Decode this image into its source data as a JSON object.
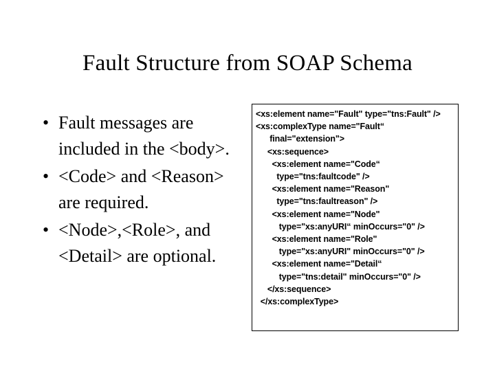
{
  "slide": {
    "title": "Fault Structure from SOAP Schema",
    "background_color": "#ffffff",
    "text_color": "#000000"
  },
  "bullets": {
    "marker": "•",
    "items": [
      {
        "text": "Fault messages are included in the <body>."
      },
      {
        "text": "<Code> and <Reason> are required."
      },
      {
        "text": "<Node>,<Role>, and <Detail> are optional."
      }
    ]
  },
  "schema_box": {
    "border_color": "#000000",
    "lines": [
      "<xs:element name=\"Fault\" type=\"tns:Fault\" />",
      "<xs:complexType name=\"Fault“",
      "      final=\"extension\">",
      "     <xs:sequence>",
      "       <xs:element name=\"Code“",
      "         type=\"tns:faultcode\" />",
      "       <xs:element name=\"Reason\"",
      "         type=\"tns:faultreason\" />",
      "       <xs:element name=\"Node\"",
      "          type=\"xs:anyURI“ minOccurs=\"0\" />",
      "       <xs:element name=\"Role\"",
      "          type=\"xs:anyURI\" minOccurs=\"0\" />",
      "       <xs:element name=\"Detail“",
      "          type=\"tns:detail\" minOccurs=\"0\" />",
      "     </xs:sequence>",
      "  </xs:complexType>"
    ]
  }
}
